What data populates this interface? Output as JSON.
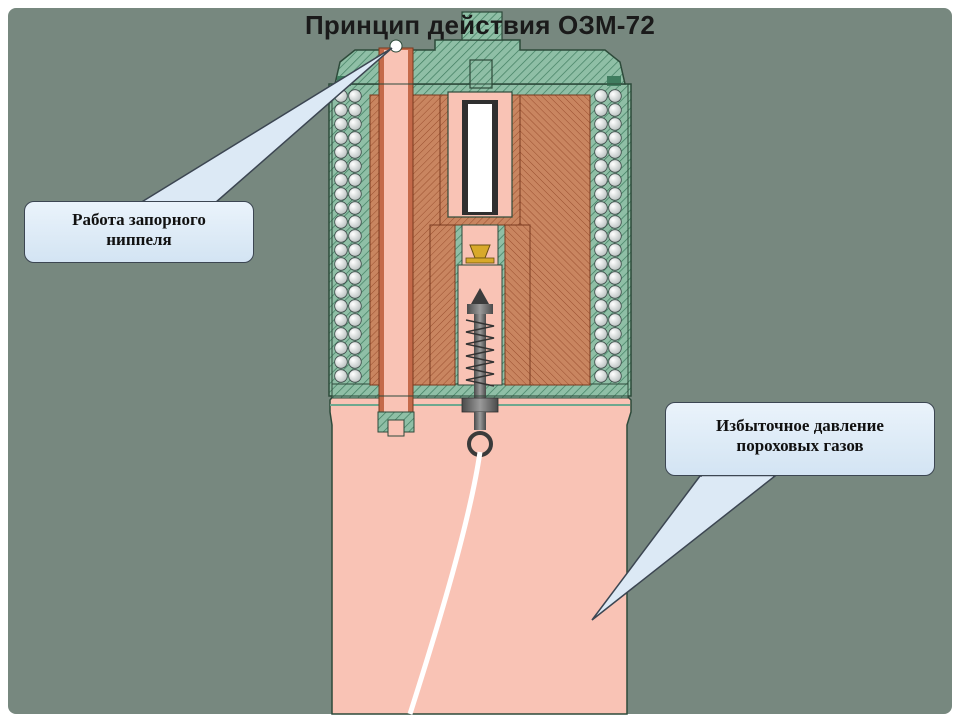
{
  "title": "Принцип действия ОЗМ-72",
  "callouts": [
    {
      "id": "nipple",
      "text_line1": "Работа запорного",
      "text_line2": "ниппеля"
    },
    {
      "id": "pressure",
      "text_line1": "Избыточное давление",
      "text_line2": "пороховых газов"
    }
  ],
  "colors": {
    "background": "#77887f",
    "gas_fill": "#f9c3b5",
    "body_hatch": "#6ea88f",
    "explosive": "#b86a45",
    "balls": "#e9ecec",
    "callout_fill": "#dce9f5",
    "fuse_gray": "#6b6b6b",
    "brass": "#d8a92a"
  }
}
